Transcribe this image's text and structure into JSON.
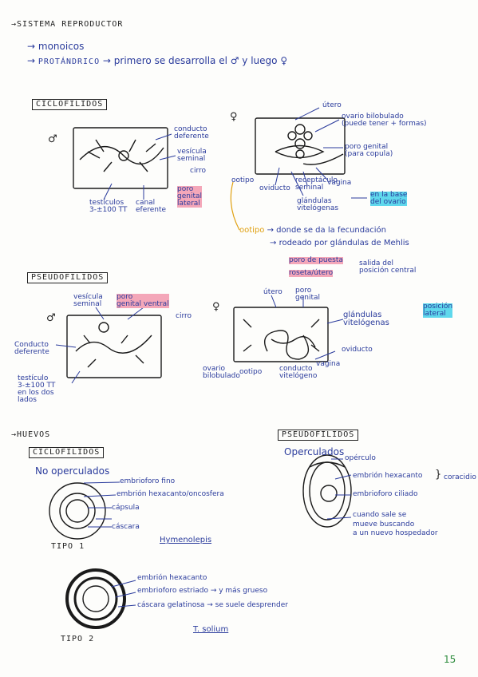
{
  "header": {
    "title": "SISTEMA REPRODUCTOR",
    "line1": "monoicos",
    "line2_term": "PROTÁNDRICO",
    "line2_rest": "primero se desarrolla el ♂ y luego ♀"
  },
  "cyclo": {
    "title": "CICLOFILIDOS",
    "male_symbol": "♂",
    "female_symbol": "♀",
    "male": {
      "conducto": "conducto\ndeferente",
      "vesicula": "vesícula\nseminal",
      "cirro": "cirro",
      "testiculos": "testículos\n3-±100 TT",
      "canal": "canal\neferente",
      "poro": "poro\ngenital\nlateral"
    },
    "female": {
      "utero": "útero",
      "ovario": "ovario bilobulado\n(puede tener + formas)",
      "poro": "poro genital\n(para copula)",
      "vagina": "vagina",
      "ootipo": "ootipo",
      "oviducto": "oviducto",
      "receptaculo": "receptáculo\nseminal",
      "glandulas": "glándulas\nvitelógenas",
      "borde": "en la base\ndel ovario"
    },
    "ootipo_note": {
      "term": "ootipo",
      "line1": "donde se da la fecundación",
      "line2": "rodeado por glándulas de Mehlis"
    }
  },
  "pseudo": {
    "title": "PSEUDOFILIDOS",
    "male_symbol": "♂",
    "female_symbol": "♀",
    "male": {
      "vesicula": "vesícula\nseminal",
      "poro": "poro\ngenital ventral",
      "cirro": "cirro",
      "conducto": "Conducto\ndeferente",
      "testiculo": "testículo\n3-±100 TT\nen los dos\nlados"
    },
    "female": {
      "poro_puesta": "poro de puesta",
      "rosetanea": "roseta/útero",
      "salida": "salida del\nposición central",
      "utero": "útero",
      "poro_genital": "poro\ngenital",
      "glandulas": "glándulas\nvitelógenas",
      "posicion": "posición\nlateral",
      "oviducto": "oviducto",
      "ovario": "ovario\nbilobulado",
      "ootipo": "ootipo",
      "conducto": "conducto\nvitelógeno",
      "vagina": "vagina"
    }
  },
  "huevos": {
    "title": "HUEVOS",
    "cyclo": {
      "title": "CICLOFILIDOS",
      "subtitle": "No operculados",
      "l1": "embrioforo fino",
      "l2": "embrión hexacanto/oncosfera",
      "l3": "cápsula",
      "l4": "cáscara",
      "tipo1": "TIPO 1",
      "hymeno": "Hymenolepis",
      "e1": "embrión hexacanto",
      "e2": "embrioforo estriado → y más grueso",
      "e3": "cáscara gelatinosa → se suele desprender",
      "tipo2": "TIPO 2",
      "tsolium": "T. solium"
    },
    "pseudo": {
      "title": "PSEUDOFILIDOS",
      "subtitle": "Operculados",
      "l1": "opérculo",
      "l2": "embrión hexacanto",
      "l3": "embrioforo ciliado",
      "coracidio": "coracidio",
      "note": "cuando sale se\nmueve buscando\na un nuevo hospedador"
    }
  },
  "page_number": "15"
}
